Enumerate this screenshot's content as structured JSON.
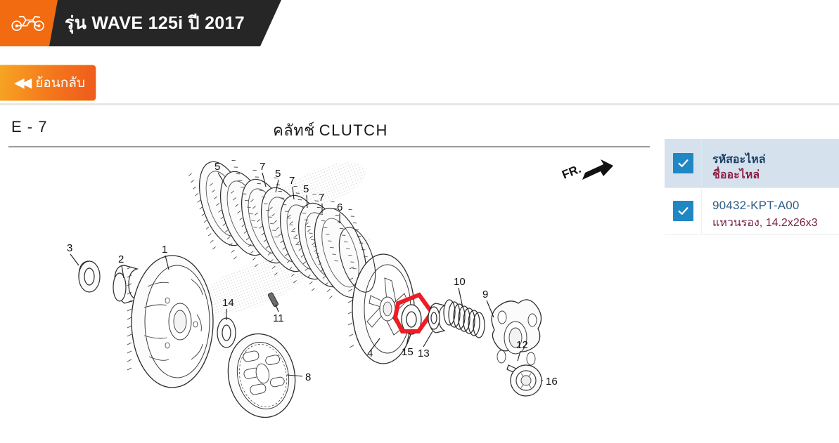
{
  "header": {
    "bike_icon": "motorcycle-icon",
    "title": "รุ่น WAVE 125i ปี 2017"
  },
  "back_button": {
    "arrows": "◀◀",
    "label": "ย้อนกลับ"
  },
  "section": {
    "code": "E - 7",
    "title_th": "คลัทช์",
    "title_en": "CLUTCH"
  },
  "diagram": {
    "orientation_label": "FR.",
    "callouts": [
      "5",
      "7",
      "5",
      "7",
      "5",
      "7",
      "6",
      "3",
      "2",
      "1",
      "11",
      "14",
      "4",
      "15",
      "13",
      "10",
      "9",
      "12",
      "16",
      "8"
    ],
    "highlight_color": "#ee1c25",
    "highlighted_callout": "15"
  },
  "parts_panel": {
    "header": {
      "code_label": "รหัสอะไหล่",
      "name_label": "ชื่ออะไหล่",
      "checked": true
    },
    "rows": [
      {
        "code": "90432-KPT-A00",
        "name": "แหวนรอง, 14.2x26x3",
        "checked": true
      }
    ]
  },
  "colors": {
    "brand_orange": "#f26b11",
    "banner_dark": "#262626",
    "checkbox_blue": "#2186c4",
    "header_row_bg": "#d5e2ee",
    "code_text": "#2e5d85",
    "name_text": "#7a2347",
    "highlight_red": "#ee1c25"
  }
}
